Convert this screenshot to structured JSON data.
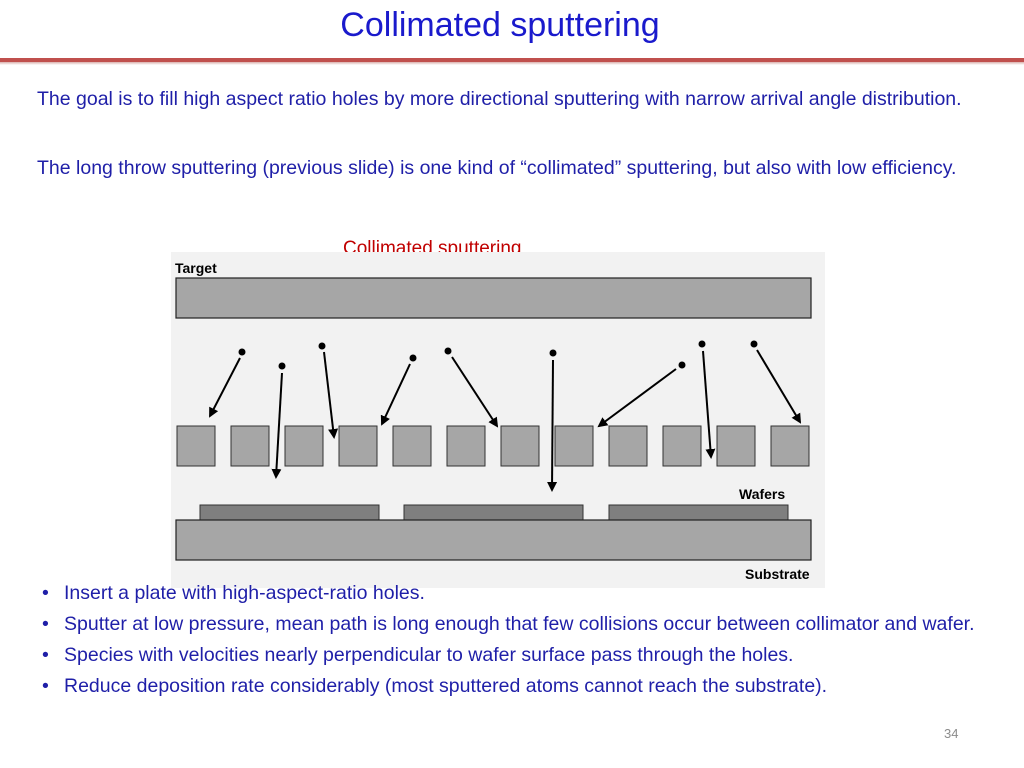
{
  "slide": {
    "title": "Collimated sputtering",
    "paragraphs": [
      "The goal is to fill high aspect ratio holes by more directional sputtering with narrow arrival angle distribution.",
      "The long throw sputtering (previous slide) is one kind of “collimated” sputtering, but also with low efficiency."
    ],
    "figure_caption": "Collimated sputtering",
    "bullet_symbol": "•",
    "bullets": [
      "Insert a plate with high-aspect-ratio holes.",
      "Sputter at low pressure, mean path is long enough that few collisions occur between collimator and wafer.",
      "Species with velocities nearly perpendicular to wafer surface pass through the holes.",
      "Reduce deposition rate considerably (most sputtered atoms cannot reach the substrate)."
    ],
    "slide_number": "34"
  },
  "diagram": {
    "labels": {
      "target": "Target",
      "wafers": "Wafers",
      "substrate": "Substrate"
    }
  },
  "colors": {
    "title": "#1a1acc",
    "body_text": "#1f1fa8",
    "caption": "#c00000",
    "title_rule": "#c0504d",
    "diagram_gray": "#a6a6a6",
    "diagram_dark_gray": "#7f7f7f"
  }
}
